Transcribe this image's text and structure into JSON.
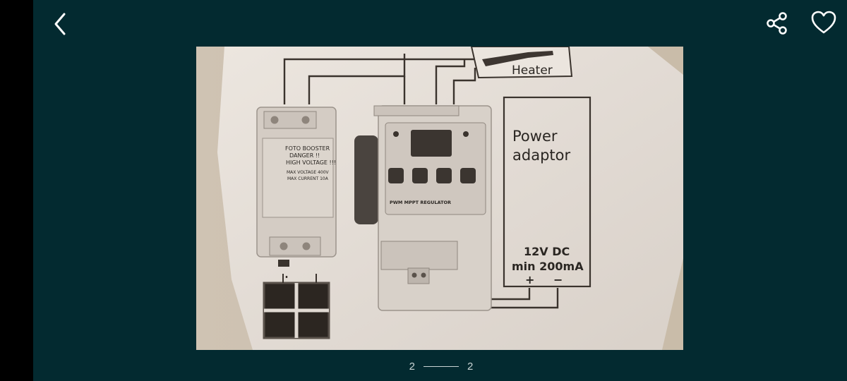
{
  "navigation": {
    "back_icon": "chevron-left-icon",
    "share_icon": "share-icon",
    "favorite_icon": "heart-icon"
  },
  "photo": {
    "labels": {
      "heater": "Heater",
      "power_line1": "Power",
      "power_line2": "adaptor",
      "voltage": "12V DC",
      "current": "min 200mA",
      "plus": "+",
      "minus": "−",
      "booster_title": "FOTO BOOSTER",
      "booster_danger": "DANGER !!",
      "booster_high_voltage": "HIGH VOLTAGE !!!",
      "booster_max_voltage": "MAX VOLTAGE 400V",
      "booster_max_current": "MAX CURRENT 10A",
      "regulator_name": "PWM MPPT REGULATOR"
    }
  },
  "pager": {
    "current": "2",
    "total": "2"
  },
  "colors": {
    "viewer_background": "#032a30",
    "side_bar": "#000000",
    "paper": "#e4ddd6",
    "icon": "#ffffff"
  }
}
